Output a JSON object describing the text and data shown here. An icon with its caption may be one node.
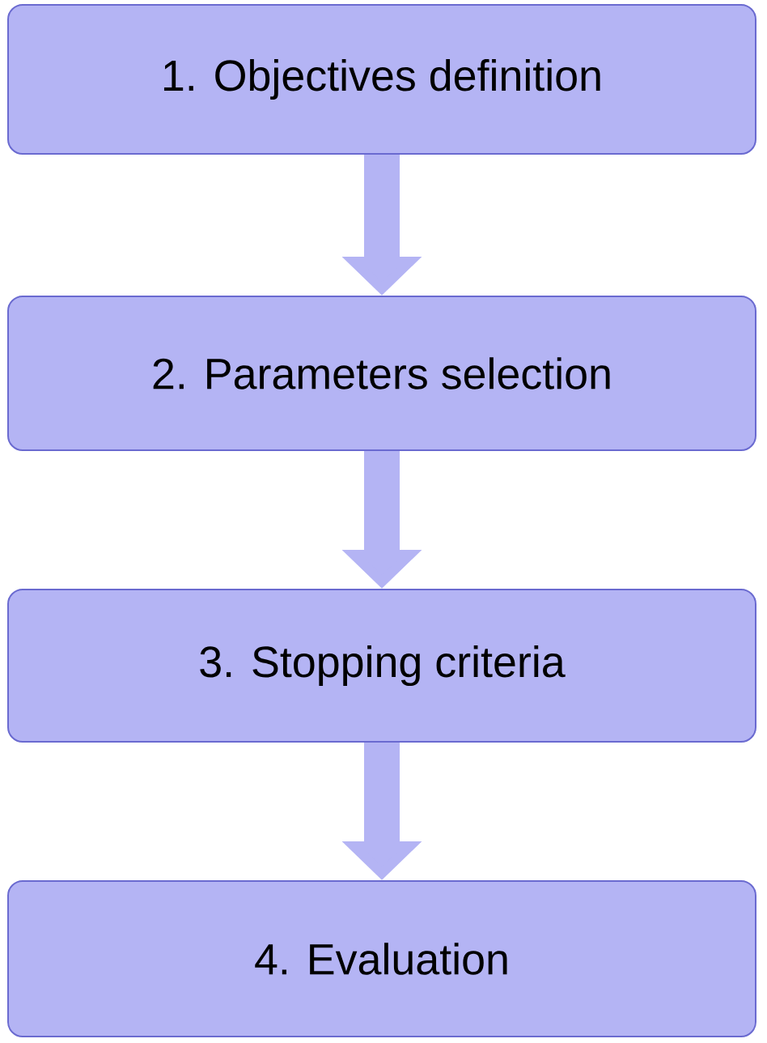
{
  "diagram": {
    "nodes": [
      {
        "text": [
          "1. Objectives definition"
        ]
      },
      {
        "text": [
          "2. Parameters selection"
        ]
      },
      {
        "text": [
          "3. Stopping criteria"
        ]
      },
      {
        "text": [
          "4. Evaluation"
        ]
      }
    ],
    "edges": [
      {
        "from": 0,
        "to": 1,
        "arrow": "to"
      },
      {
        "from": 1,
        "to": 2,
        "arrow": "to"
      },
      {
        "from": 2,
        "to": 3,
        "arrow": "to"
      }
    ]
  }
}
